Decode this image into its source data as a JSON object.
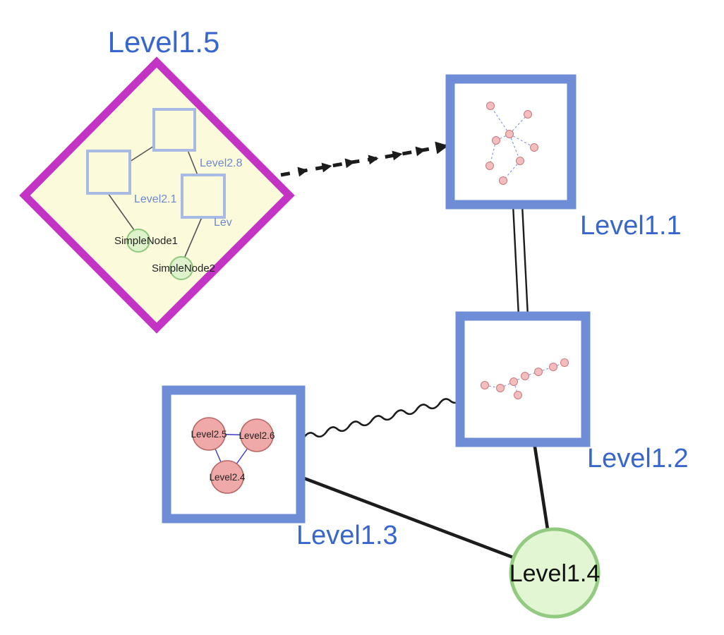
{
  "colors": {
    "label_blue": "#3766CC",
    "inner_label_blue": "#6D88CF",
    "diamond_border": "#C434C4",
    "diamond_fill": "#FBFBDC",
    "group_border": "#6E8DD6",
    "group_fill": "#FFFFFF",
    "inner_square_border": "#A6BAE4",
    "green_node_fill": "#DEF2CC",
    "green_node_border": "#90C77E",
    "big_green_fill": "#E3F6D3",
    "big_green_border": "#92CA80",
    "small_pink_fill": "#F3BDBD",
    "small_pink_border": "#C97A7A",
    "pink_fill": "#EFA9A9",
    "pink_border": "#B96666",
    "edge_color": "#1C1C1C",
    "dashed_blue_edge": "#8A9BDB",
    "triangle_edge_blue": "#3A3ACC"
  },
  "nodes": {
    "level15": {
      "label": "Level1.5",
      "type": "diamond-group",
      "children": {
        "squares": [
          {
            "label": "Level2.8"
          },
          {
            "label": "Level2.1"
          },
          {
            "label": "Lev"
          }
        ],
        "simple_nodes": [
          {
            "label": "SimpleNode1"
          },
          {
            "label": "SimpleNode2"
          }
        ]
      }
    },
    "level11": {
      "label": "Level1.1",
      "type": "square-group"
    },
    "level12": {
      "label": "Level1.2",
      "type": "square-group"
    },
    "level13": {
      "label": "Level1.3",
      "type": "square-group",
      "children": {
        "circles": [
          {
            "label": "Level2.5"
          },
          {
            "label": "Level2.6"
          },
          {
            "label": "Level2.4"
          }
        ]
      }
    },
    "level14": {
      "label": "Level1.4",
      "type": "circle-node"
    }
  },
  "edges": [
    {
      "from": "Level1.5",
      "to": "Level1.1",
      "style": "thick-dashed-arrow"
    },
    {
      "from": "Level1.1",
      "to": "Level1.2",
      "style": "double-line"
    },
    {
      "from": "Level1.3",
      "to": "Level1.2",
      "style": "wavy-line"
    },
    {
      "from": "Level1.3",
      "to": "Level1.4",
      "style": "solid-line"
    },
    {
      "from": "Level1.2",
      "to": "Level1.4",
      "style": "solid-line"
    }
  ]
}
